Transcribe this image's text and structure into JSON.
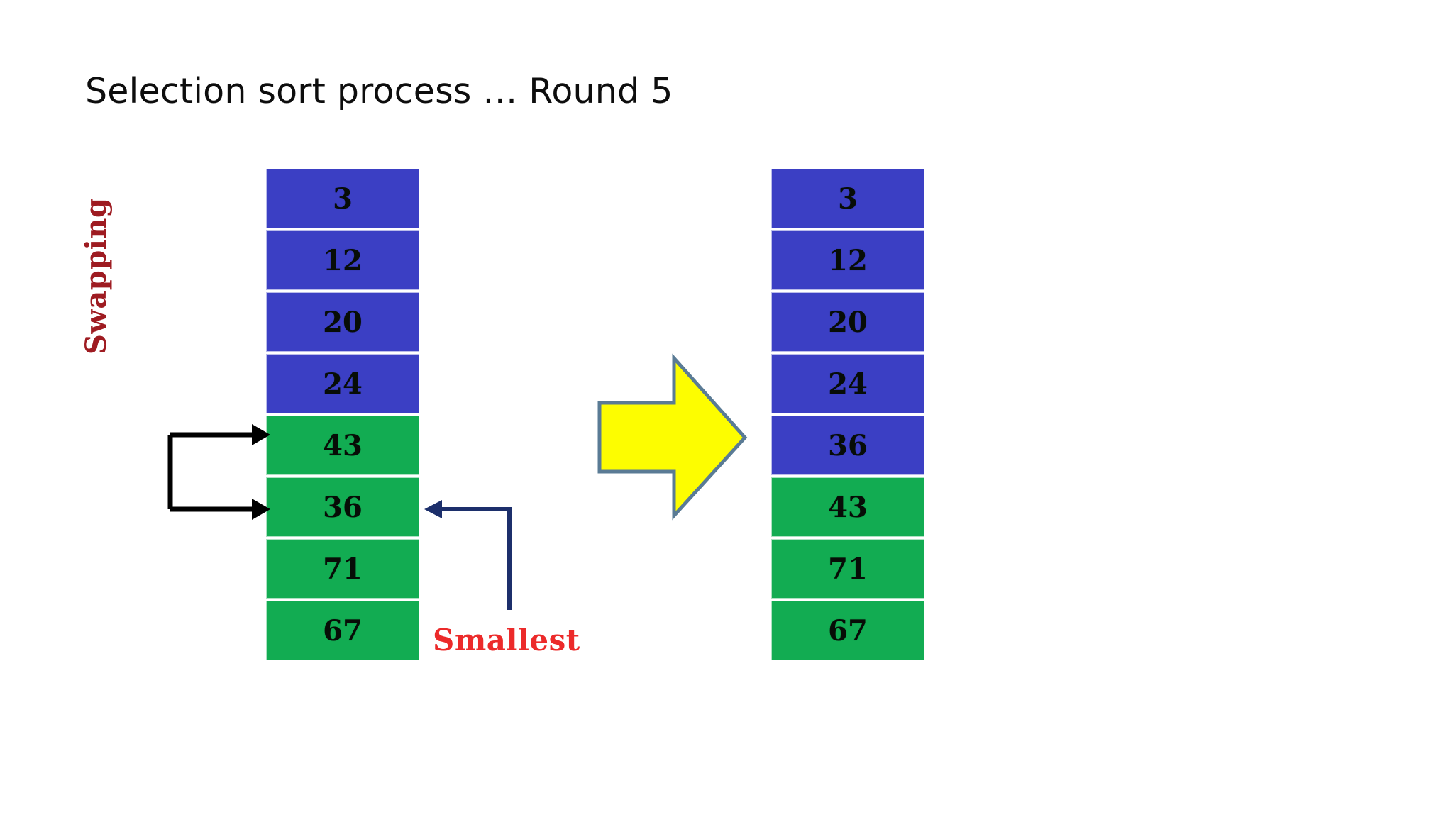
{
  "slide": {
    "title": "Selection sort process … Round 5",
    "background_color": "#ffffff"
  },
  "colors": {
    "sorted_blue": "#3b3fc4",
    "unsorted_green": "#12ac52",
    "swap_arrow": "#000000",
    "smallest_arrow": "#1c2f6b",
    "smallest_text": "#ec2a2a",
    "swapping_text": "#9e1b21",
    "big_arrow_fill": "#fdfd00",
    "big_arrow_stroke": "#5a7b95",
    "cell_border": "#ffffff"
  },
  "labels": {
    "swapping": "Swapping",
    "smallest": "Smallest"
  },
  "diagram": {
    "before": {
      "name": "array-before-swap",
      "cells": [
        {
          "value": "3",
          "state": "sorted"
        },
        {
          "value": "12",
          "state": "sorted"
        },
        {
          "value": "20",
          "state": "sorted"
        },
        {
          "value": "24",
          "state": "sorted"
        },
        {
          "value": "43",
          "state": "unsorted"
        },
        {
          "value": "36",
          "state": "unsorted"
        },
        {
          "value": "71",
          "state": "unsorted"
        },
        {
          "value": "67",
          "state": "unsorted"
        }
      ]
    },
    "after": {
      "name": "array-after-swap",
      "cells": [
        {
          "value": "3",
          "state": "sorted"
        },
        {
          "value": "12",
          "state": "sorted"
        },
        {
          "value": "20",
          "state": "sorted"
        },
        {
          "value": "24",
          "state": "sorted"
        },
        {
          "value": "36",
          "state": "sorted"
        },
        {
          "value": "43",
          "state": "unsorted"
        },
        {
          "value": "71",
          "state": "unsorted"
        },
        {
          "value": "67",
          "state": "unsorted"
        }
      ]
    },
    "transition_icon": "right-arrow-icon"
  }
}
